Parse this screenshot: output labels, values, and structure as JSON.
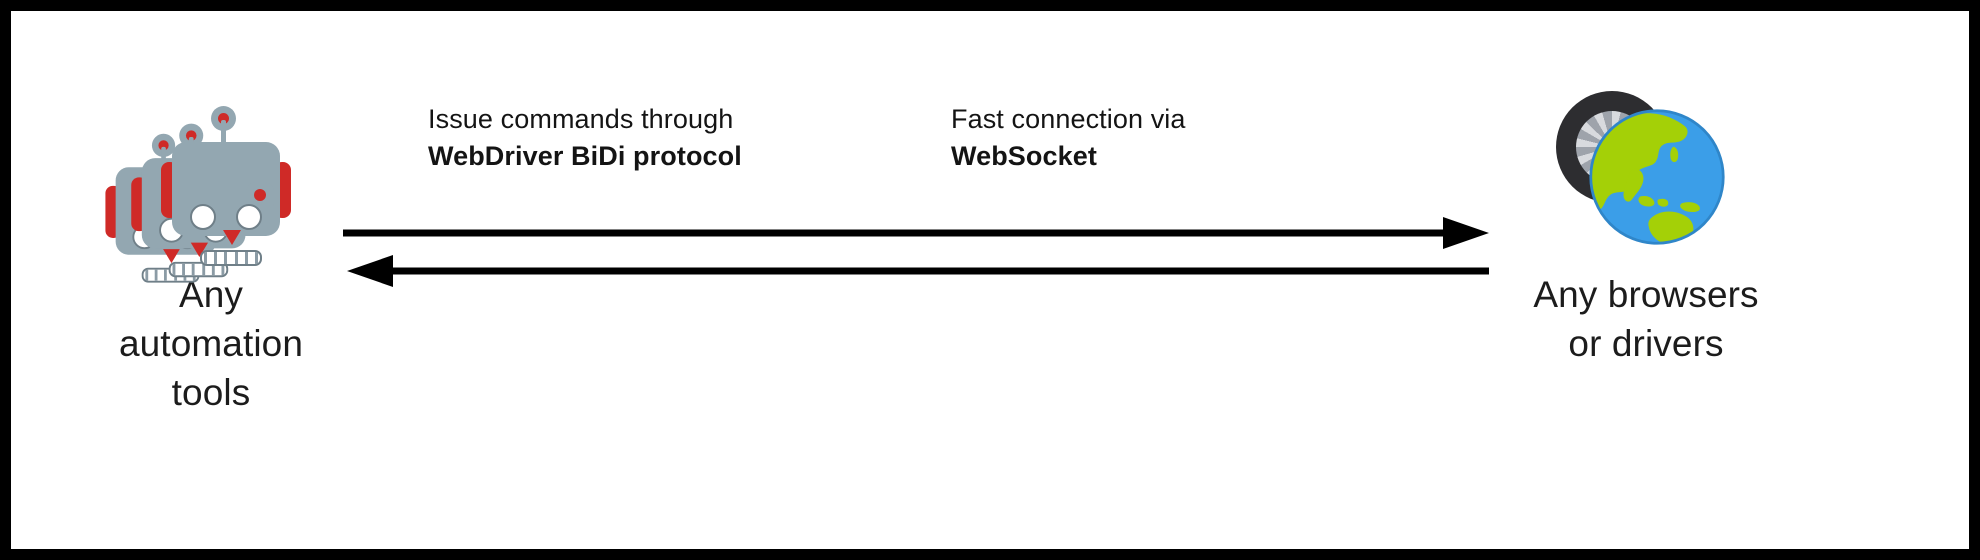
{
  "diagram": {
    "title": "WebDriver BiDi architecture overview",
    "background": "#ffffff",
    "border_color": "#000000",
    "text_color": "#141414"
  },
  "left_node": {
    "icon": "robot-icon",
    "icon_count": 3,
    "label_lines": [
      "Any",
      "automation",
      "tools"
    ],
    "colors": {
      "body": "#93a7b1",
      "accent": "#cf2a27",
      "eye": "#ffffff"
    }
  },
  "right_node": {
    "icons": [
      "tire-icon",
      "globe-icon"
    ],
    "label_lines": [
      "Any browsers",
      "or drivers"
    ],
    "colors": {
      "land": "#a4d007",
      "ocean": "#3b9ee8",
      "tire": "#2d2d30",
      "rim": "#c9ccd2"
    }
  },
  "annotations": [
    {
      "id": "commands",
      "line_regular": "Issue commands through",
      "line_bold": "WebDriver BiDi protocol"
    },
    {
      "id": "socket",
      "line_regular": "Fast connection via",
      "line_bold": "WebSocket"
    }
  ],
  "arrows": [
    {
      "id": "outbound",
      "direction": "right",
      "from": "Any automation tools",
      "to": "Any browsers or drivers",
      "color": "#000000"
    },
    {
      "id": "inbound",
      "direction": "left",
      "from": "Any browsers or drivers",
      "to": "Any automation tools",
      "color": "#000000"
    }
  ]
}
